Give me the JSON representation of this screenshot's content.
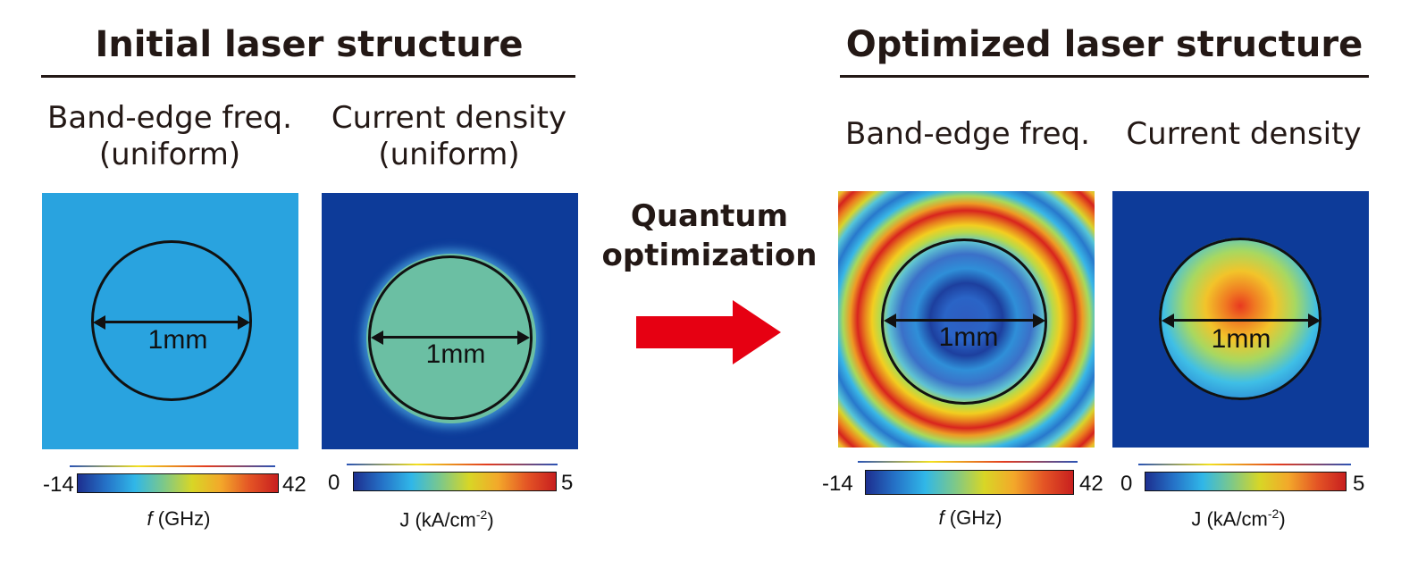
{
  "initial": {
    "title": "Initial laser structure",
    "band_label_line1": "Band-edge freq.",
    "band_label_line2": "(uniform)",
    "current_label_line1": "Current density",
    "current_label_line2": "(uniform)",
    "band_diameter": "1mm",
    "current_diameter": "1mm",
    "band_cbar": {
      "min": "-14",
      "max": "42",
      "unit_symbol": "f",
      "unit_rest": " (GHz)"
    },
    "current_cbar": {
      "min": "0",
      "max": "5",
      "unit_base": "J  (kA/cm",
      "unit_sup": "-2",
      "unit_close": ")"
    }
  },
  "middle": {
    "label_line1": "Quantum",
    "label_line2": "optimization"
  },
  "optimized": {
    "title": "Optimized laser structure",
    "band_label": "Band-edge freq.",
    "current_label": "Current density",
    "band_diameter": "1mm",
    "current_diameter": "1mm",
    "band_cbar": {
      "min": "-14",
      "max": "42",
      "unit_symbol": "f",
      "unit_rest": " (GHz)"
    },
    "current_cbar": {
      "min": "0",
      "max": "5",
      "unit_base": "J  (kA/cm",
      "unit_sup": "-2",
      "unit_close": ")"
    }
  },
  "colors": {
    "text": "#231815",
    "arrow": "#e60012",
    "uniform_freq": "#29a3df",
    "background_current": "#0d3b99",
    "uniform_current": "#6bbfa3"
  }
}
